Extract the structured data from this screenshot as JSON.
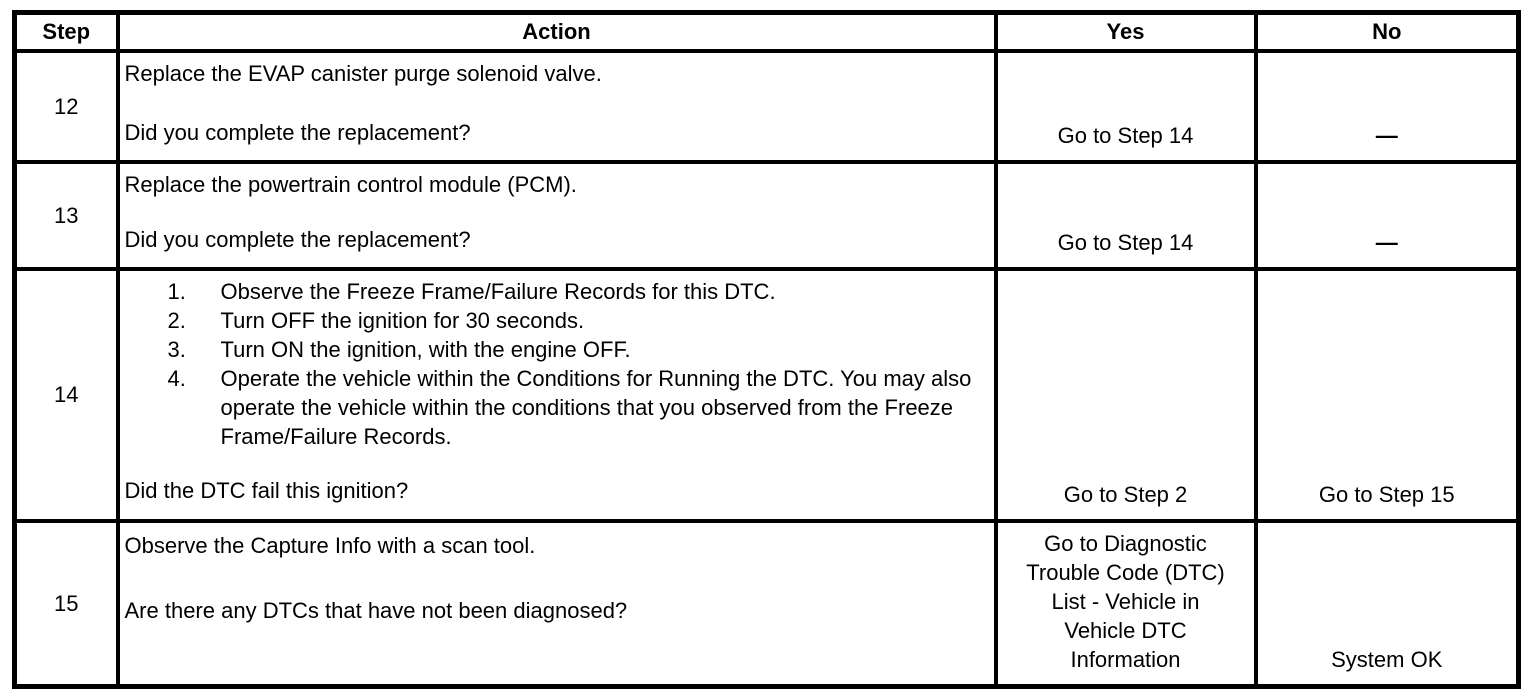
{
  "document": {
    "type": "diagnostic-procedure-table",
    "colors": {
      "border": "#000000",
      "text": "#000000",
      "background": "#ffffff"
    },
    "headers": {
      "step": "Step",
      "action": "Action",
      "yes": "Yes",
      "no": "No"
    },
    "rows": [
      {
        "step": "12",
        "action": "Replace the EVAP canister purge solenoid valve.",
        "question": "Did you complete the replacement?",
        "yes": "Go to Step 14",
        "no": "—"
      },
      {
        "step": "13",
        "action": "Replace the powertrain control module (PCM).",
        "question": "Did you complete the replacement?",
        "yes": "Go to Step 14",
        "no": "—"
      },
      {
        "step": "14",
        "action_list": [
          {
            "num": "1.",
            "text": "Observe the Freeze Frame/Failure Records for this DTC."
          },
          {
            "num": "2.",
            "text": "Turn OFF the ignition for 30 seconds."
          },
          {
            "num": "3.",
            "text": "Turn ON the ignition, with the engine OFF."
          },
          {
            "num": "4.",
            "text": "Operate the vehicle within the Conditions for Running the DTC. You may also operate the vehicle within the conditions that you observed from the Freeze Frame/Failure Records."
          }
        ],
        "question": "Did the DTC fail this ignition?",
        "yes": "Go to Step 2",
        "no": "Go to Step 15"
      },
      {
        "step": "15",
        "action": "Observe the Capture Info with a scan tool.",
        "question": "Are there any DTCs that have not been diagnosed?",
        "yes": "Go to Diagnostic Trouble Code (DTC) List - Vehicle in Vehicle DTC Information",
        "no": "System OK"
      }
    ]
  }
}
